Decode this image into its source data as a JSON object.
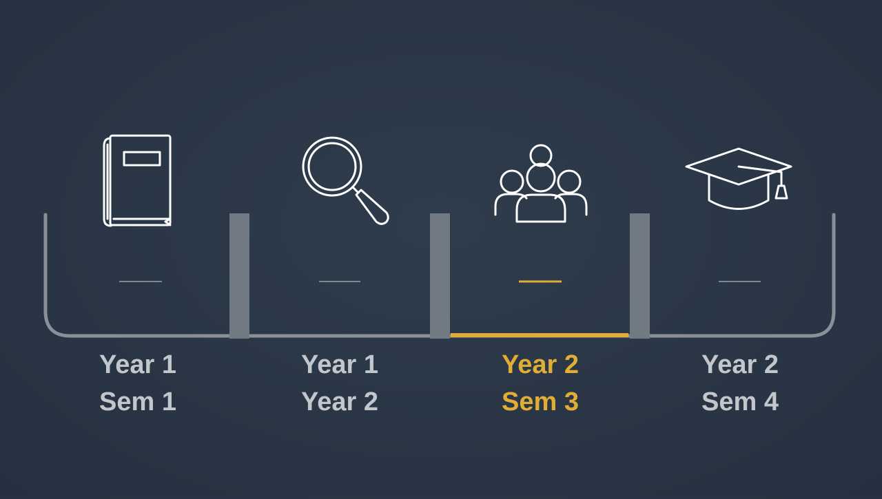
{
  "colors": {
    "background": "#2a3645",
    "track": "#8a9096",
    "icon": "#ffffff",
    "text": "#c3c7cc",
    "accent": "#e0ae35"
  },
  "stages": [
    {
      "icon": "book-icon",
      "line1": "Year 1",
      "line2": "Sem 1",
      "active": false
    },
    {
      "icon": "magnifier-icon",
      "line1": "Year 1",
      "line2": "Year 2",
      "active": false
    },
    {
      "icon": "group-icon",
      "line1": "Year 2",
      "line2": "Sem 3",
      "active": true
    },
    {
      "icon": "graduation-cap-icon",
      "line1": "Year 2",
      "line2": "Sem 4",
      "active": false
    }
  ]
}
